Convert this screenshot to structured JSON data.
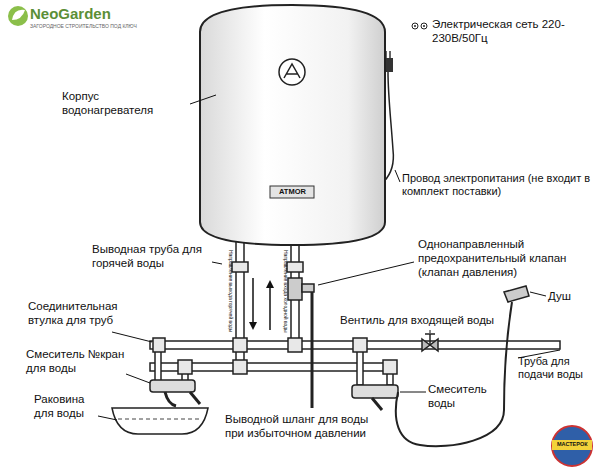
{
  "diagram": {
    "labels": [
      "NeoGarden",
      "ЗАГОРОДНОЕ СТРОИТЕЛЬСТВО ПОД КЛЮЧ",
      "Корпус водонагревателя",
      "Электрическая сеть 220-230В/50Гц",
      "Провод электропитания (не входит в комплект поставки)",
      "ATMOR",
      "Выводная труба для горячей воды",
      "Направление выхода горячей воды",
      "Направление входа холодной воды",
      "Однонаправленный предохранительный клапан (клапан давления)",
      "Соединительная втулка для труб",
      "Вентиль для входящей воды",
      "Душ",
      "Смеситель №кран для воды",
      "Труба для подачи воды",
      "Раковина для воды",
      "Смеситель воды",
      "Выводной шланг для воды при избыточном давлении",
      "МАСТЕРОК"
    ]
  }
}
